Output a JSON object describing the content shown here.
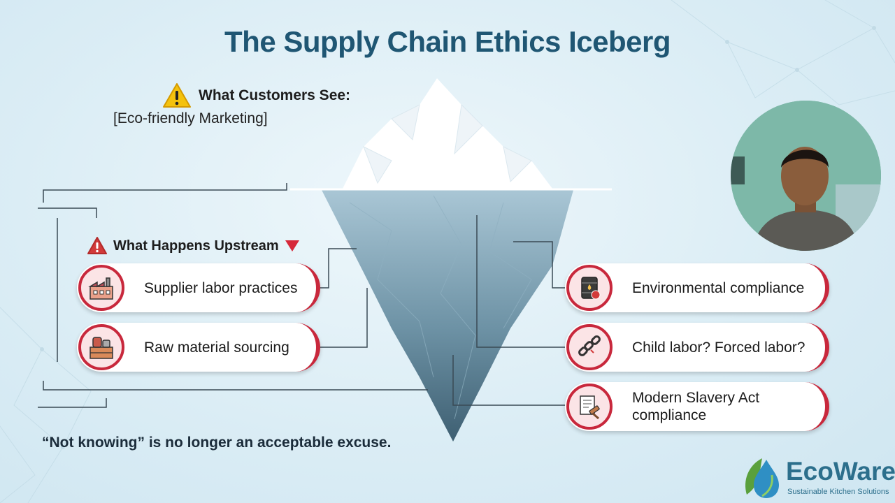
{
  "title": "The Supply Chain Ethics Iceberg",
  "customers_see": {
    "heading": "What Customers See:",
    "item": "[Eco-friendly Marketing]"
  },
  "upstream": {
    "heading": "What Happens Upstream"
  },
  "left_cards": [
    {
      "label": "Supplier labor practices",
      "icon": "factory-icon"
    },
    {
      "label": "Raw material sourcing",
      "icon": "raw-materials-icon"
    }
  ],
  "right_cards": [
    {
      "label": "Environmental compliance",
      "icon": "oil-barrel-icon"
    },
    {
      "label": "Child labor? Forced labor?",
      "icon": "broken-chain-icon"
    },
    {
      "label": "Modern Slavery Act compliance",
      "icon": "legal-document-gavel-icon"
    }
  ],
  "quote": "“Not knowing” is no longer an acceptable excuse.",
  "logo": {
    "brand": "EcoWare",
    "tagline": "Sustainable Kitchen Solutions"
  },
  "colors": {
    "title": "#1f5673",
    "accent_red": "#c8283c",
    "ice_top": "#ffffff",
    "ice_under": "#5f8599",
    "brand": "#2c6f8c"
  }
}
